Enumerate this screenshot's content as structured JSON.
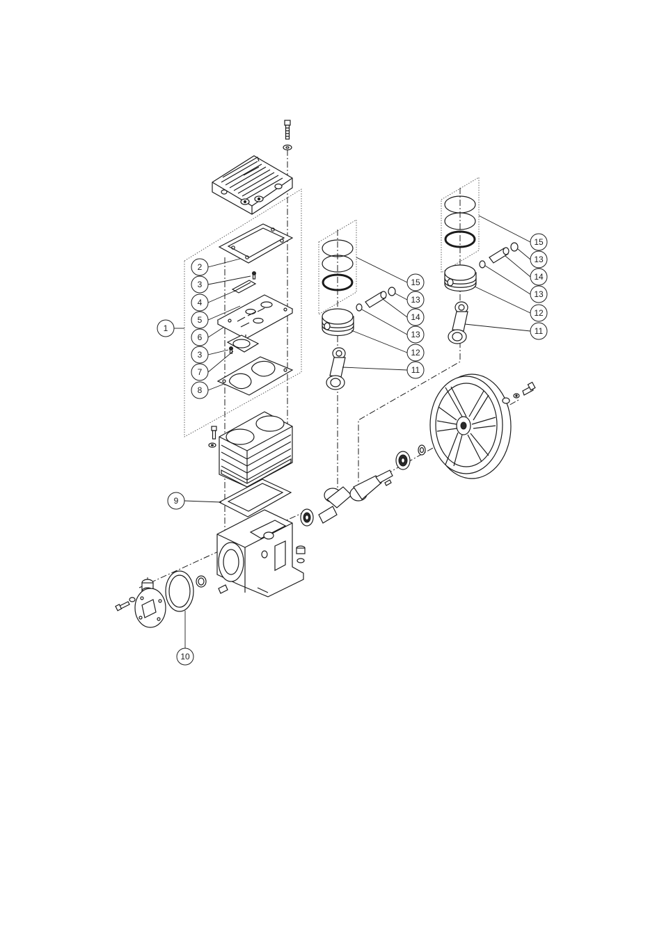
{
  "callouts": [
    {
      "id": "c1",
      "label": "1"
    },
    {
      "id": "c2",
      "label": "2"
    },
    {
      "id": "c3a",
      "label": "3"
    },
    {
      "id": "c4",
      "label": "4"
    },
    {
      "id": "c5",
      "label": "5"
    },
    {
      "id": "c6",
      "label": "6"
    },
    {
      "id": "c3b",
      "label": "3"
    },
    {
      "id": "c7",
      "label": "7"
    },
    {
      "id": "c8",
      "label": "8"
    },
    {
      "id": "c9",
      "label": "9"
    },
    {
      "id": "c10",
      "label": "10"
    },
    {
      "id": "c15a",
      "label": "15"
    },
    {
      "id": "c13a",
      "label": "13"
    },
    {
      "id": "c14a",
      "label": "14"
    },
    {
      "id": "c13b",
      "label": "13"
    },
    {
      "id": "c12a",
      "label": "12"
    },
    {
      "id": "c11a",
      "label": "11"
    },
    {
      "id": "c15b",
      "label": "15"
    },
    {
      "id": "c13c",
      "label": "13"
    },
    {
      "id": "c14b",
      "label": "14"
    },
    {
      "id": "c13d",
      "label": "13"
    },
    {
      "id": "c12b",
      "label": "12"
    },
    {
      "id": "c11b",
      "label": "11"
    }
  ]
}
